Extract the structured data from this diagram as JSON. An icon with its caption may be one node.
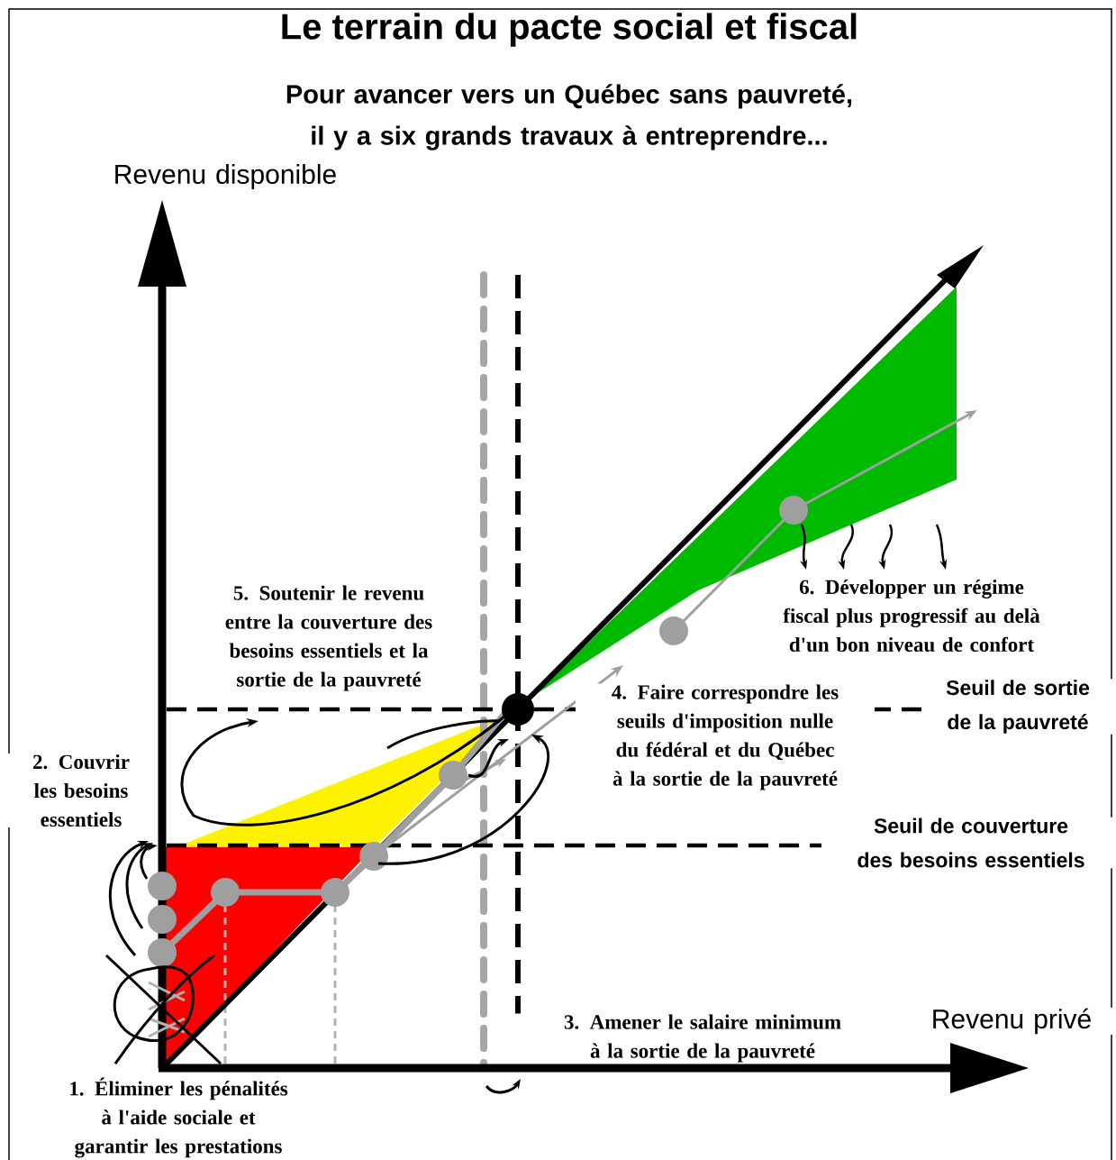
{
  "diagram": {
    "title": "Le terrain du pacte social et fiscal",
    "labels": [
      "Pour avancer vers un Québec sans pauvreté, il y a six grands travaux à entreprendre...",
      "Revenu disponible",
      "5. Soutenir le revenu entre la couverture des besoins essentiels et la sortie de la pauvreté",
      "6. Développer un régime fiscal plus progressif au delà d'un bon niveau de confort",
      "4. Faire correspondre les seuils d'imposition nulle du fédéral et du Québec à la sortie de la pauvreté",
      "Seuil de sortie de la pauvreté",
      "2. Couvrir les besoins essentiels",
      "Seuil de couverture des besoins essentiels",
      "3. Amener le salaire minimum à la sortie de la pauvreté",
      "Revenu privé",
      "1. Éliminer les pénalités à l'aide sociale et garantir les prestations"
    ]
  }
}
